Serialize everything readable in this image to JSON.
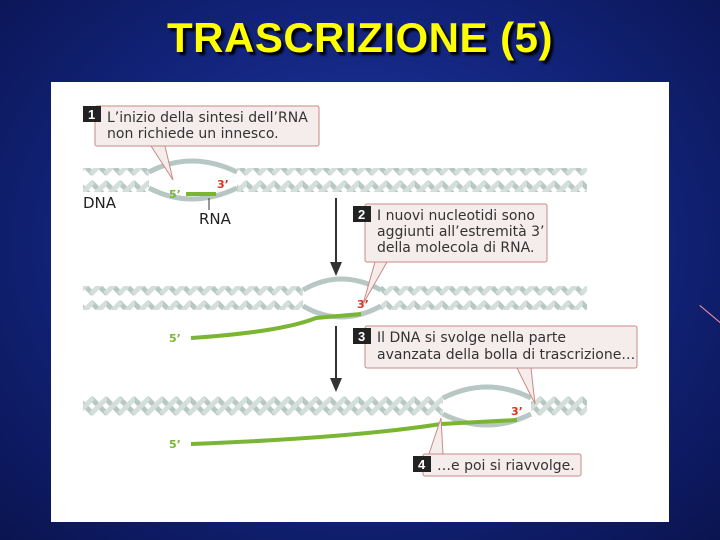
{
  "title": "TRASCRIZIONE (5)",
  "colors": {
    "title": "#ffff00",
    "background": "#12237a",
    "dna": "#b8c8c4",
    "rna": "#7ab534",
    "end3": "#d9321f",
    "callout_border": "#c98a86",
    "callout_fill": "#f5ecec"
  },
  "labels": {
    "dna": "DNA",
    "rna": "RNA",
    "end5": "5’",
    "end3": "3’"
  },
  "steps": [
    {
      "number": "1",
      "lines": [
        "L’inizio della sintesi dell’RNA",
        "non richiede un innesco."
      ]
    },
    {
      "number": "2",
      "lines": [
        "I nuovi nucleotidi sono",
        "aggiunti all’estremità 3’",
        "della molecola di RNA."
      ]
    },
    {
      "number": "3",
      "lines": [
        "Il DNA si svolge nella parte",
        "avanzata della bolla di trascrizione…"
      ]
    },
    {
      "number": "4",
      "lines": [
        "…e poi si riavvolge."
      ]
    }
  ]
}
